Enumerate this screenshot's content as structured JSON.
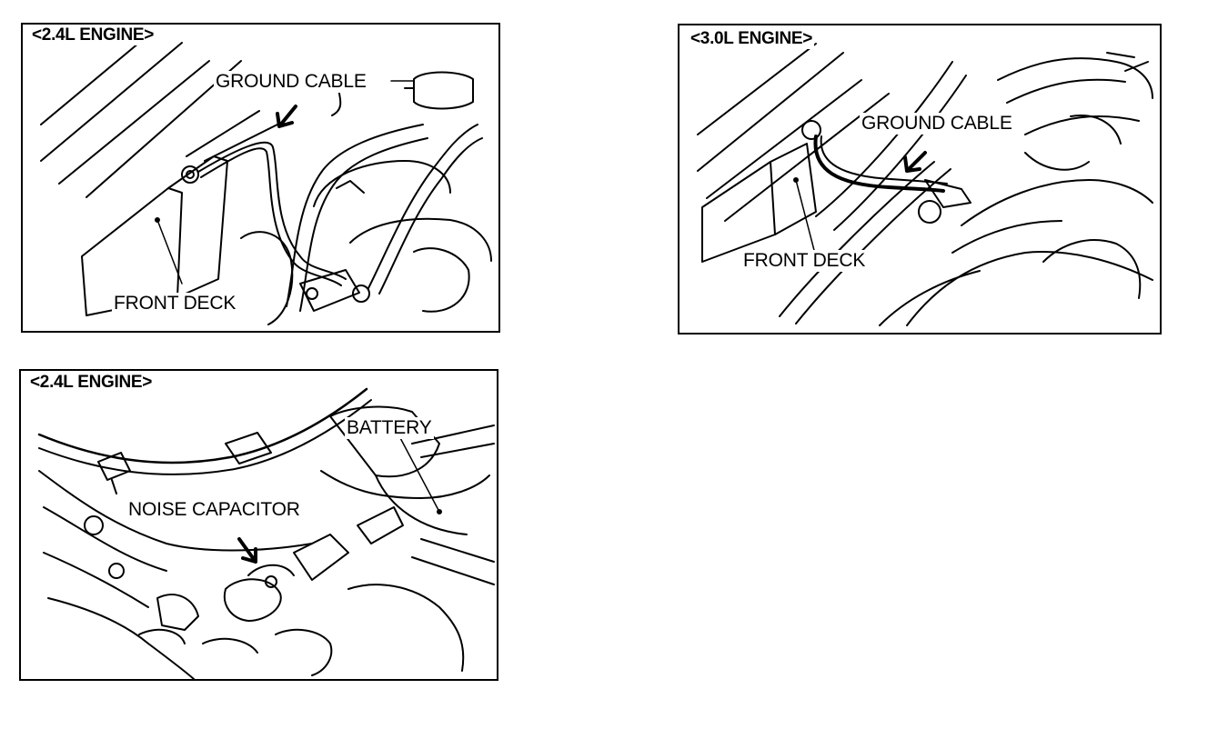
{
  "panels": [
    {
      "title": "<2.4L ENGINE>",
      "labels": {
        "ground_cable": "GROUND CABLE",
        "front_deck": "FRONT DECK"
      }
    },
    {
      "title": "<3.0L ENGINE>",
      "labels": {
        "ground_cable": "GROUND CABLE",
        "front_deck": "FRONT DECK"
      }
    },
    {
      "title": "<2.4L ENGINE>",
      "labels": {
        "battery": "BATTERY",
        "noise_capacitor": "NOISE CAPACITOR"
      }
    }
  ]
}
